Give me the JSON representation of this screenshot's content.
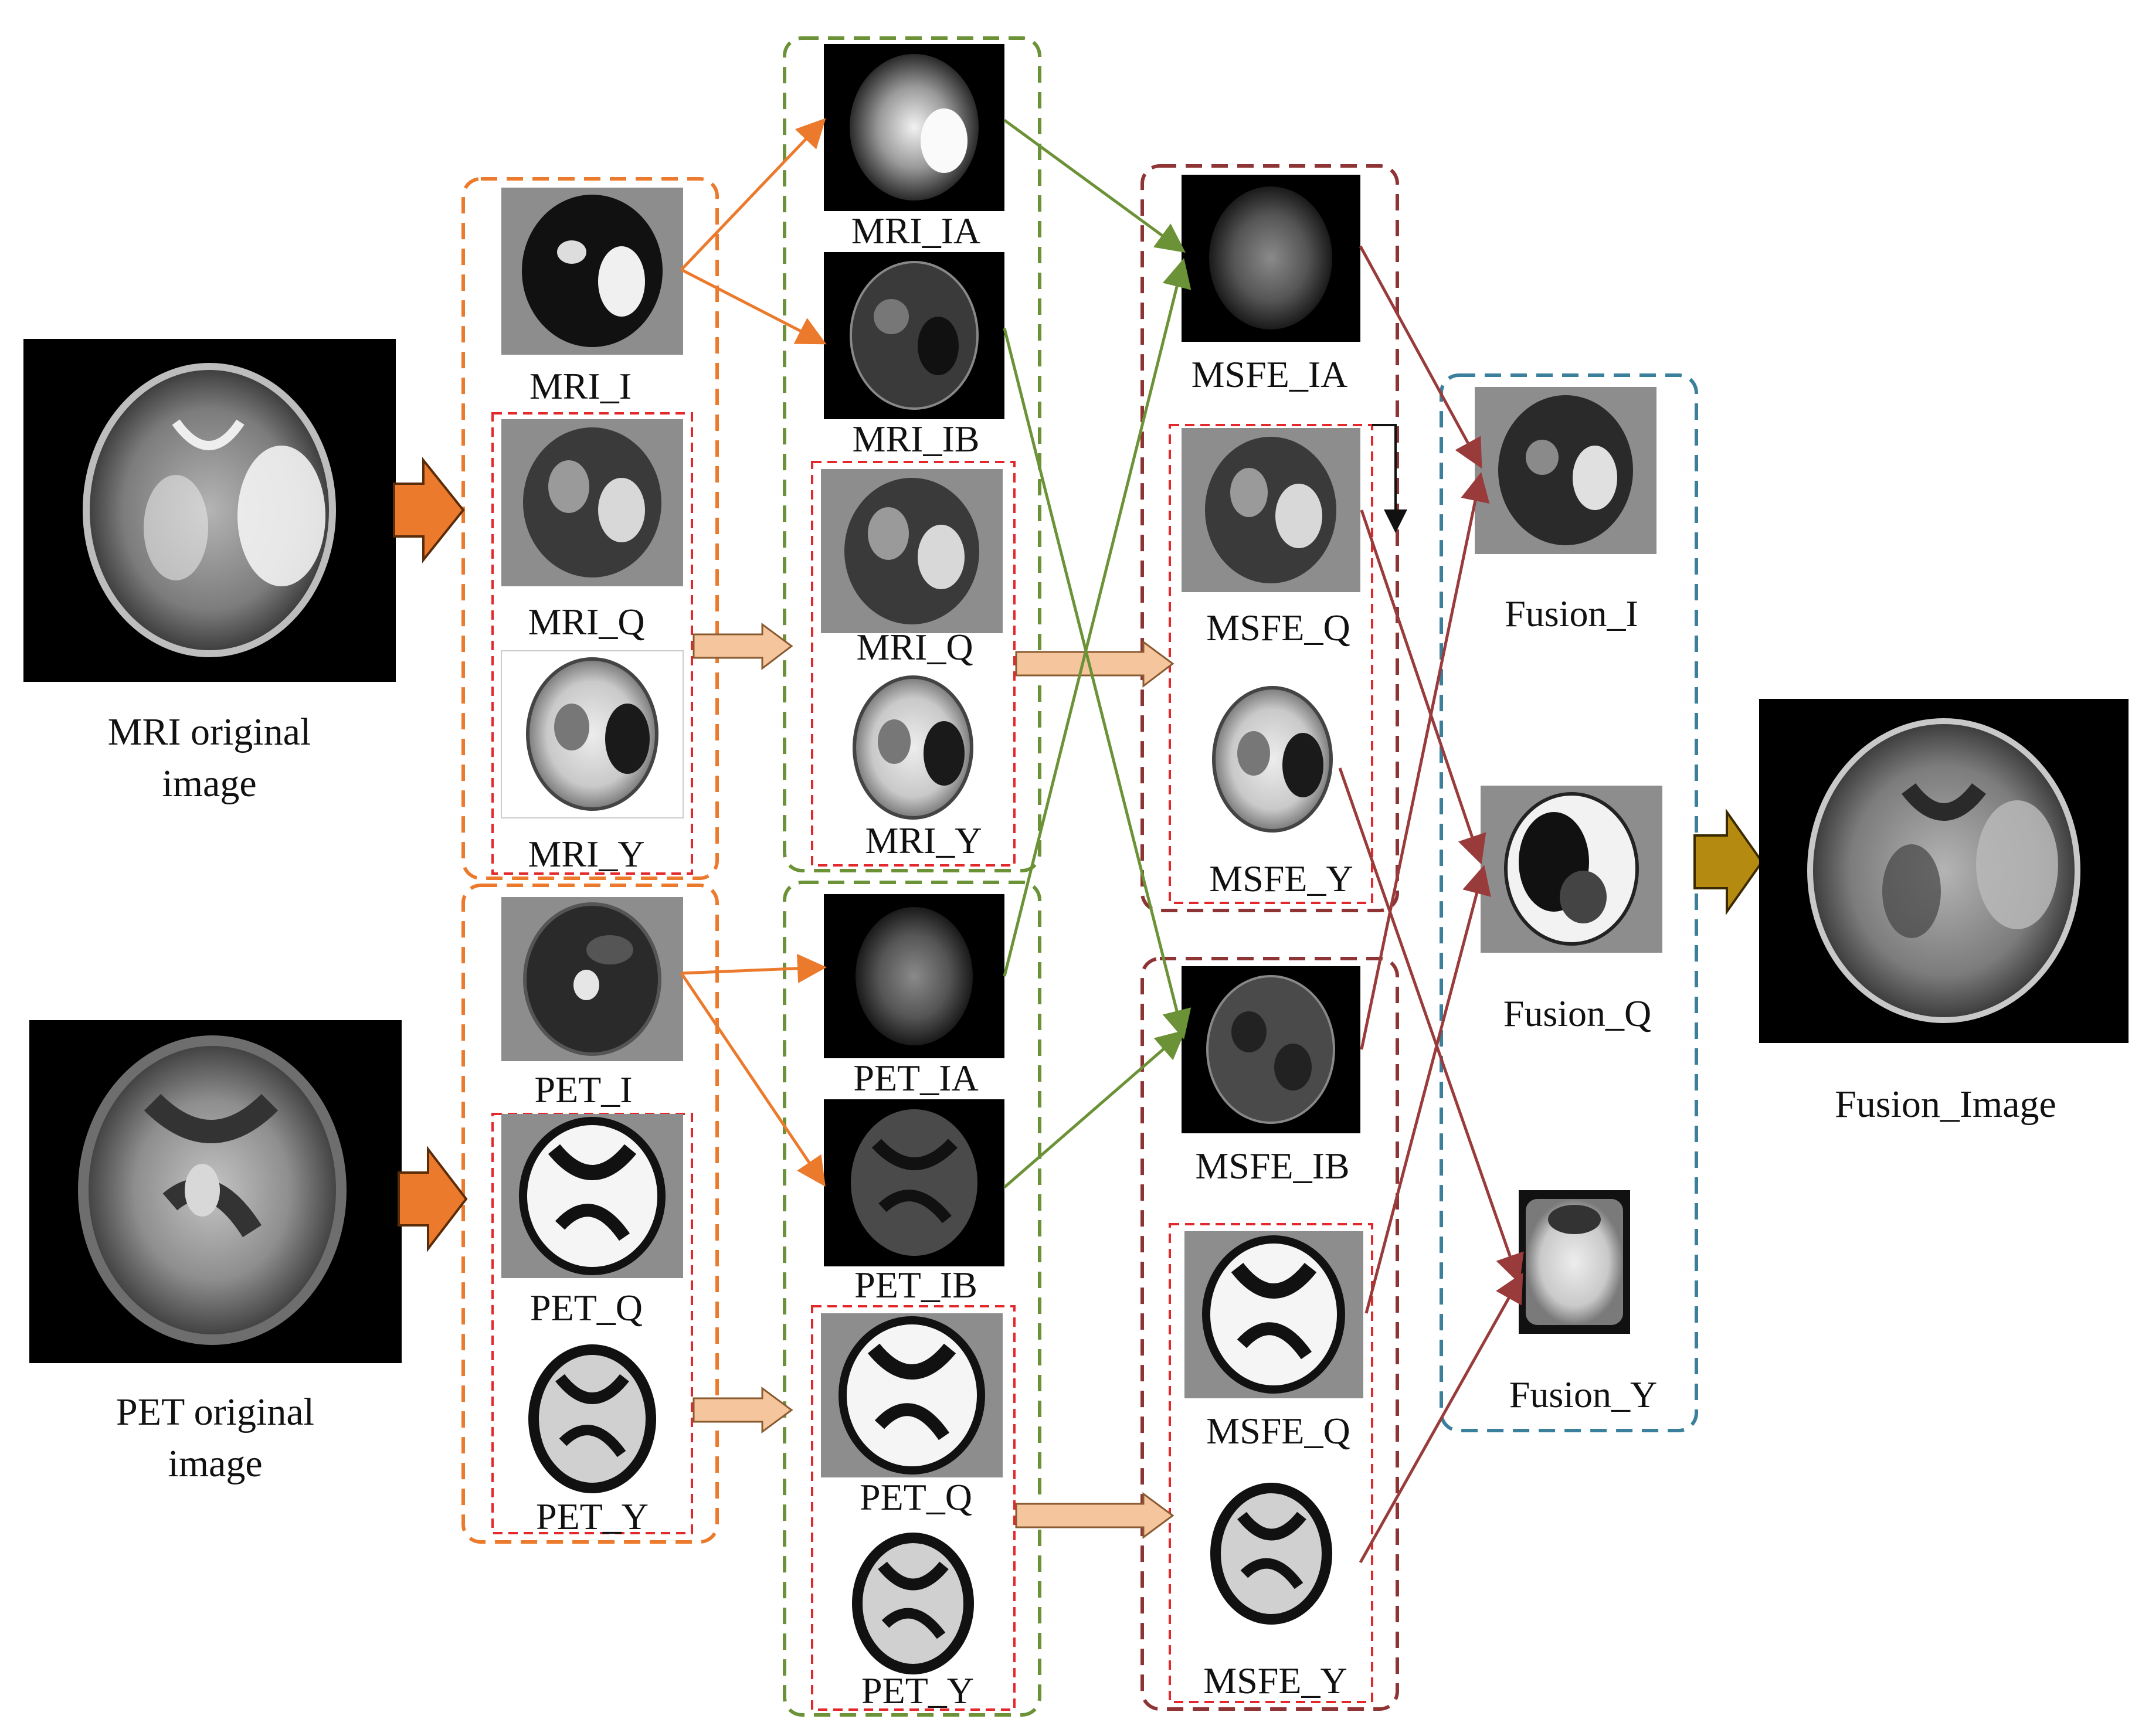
{
  "sources": {
    "mri": {
      "label_line1": "MRI original",
      "label_line2": "image"
    },
    "pet": {
      "label_line1": "PET original",
      "label_line2": "image"
    }
  },
  "decomposition": {
    "mri": {
      "i": "MRI_I",
      "q": "MRI_Q",
      "y": "MRI_Y"
    },
    "pet": {
      "i": "PET_I",
      "q": "PET_Q",
      "y": "PET_Y"
    }
  },
  "subbands": {
    "mri": {
      "ia": "MRI_IA",
      "ib": "MRI_IB",
      "q": "MRI_Q",
      "y": "MRI_Y"
    },
    "pet": {
      "ia": "PET_IA",
      "ib": "PET_IB",
      "q": "PET_Q",
      "y": "PET_Y"
    }
  },
  "msfe": {
    "ia": "MSFE_IA",
    "q1": "MSFE_Q",
    "y1": "MSFE_Y",
    "ib": "MSFE_IB",
    "q2": "MSFE_Q",
    "y2": "MSFE_Y"
  },
  "fusion": {
    "i": "Fusion_I",
    "q": "Fusion_Q",
    "y": "Fusion_Y",
    "image": "Fusion_Image"
  },
  "colors": {
    "orange": "#ec7a2c",
    "olive": "#6b9236",
    "maroon": "#8e3434",
    "teal": "#3a7f9c",
    "red_dash": "#e3282c",
    "peach": "#f5c59d",
    "gold": "#b48a10"
  }
}
